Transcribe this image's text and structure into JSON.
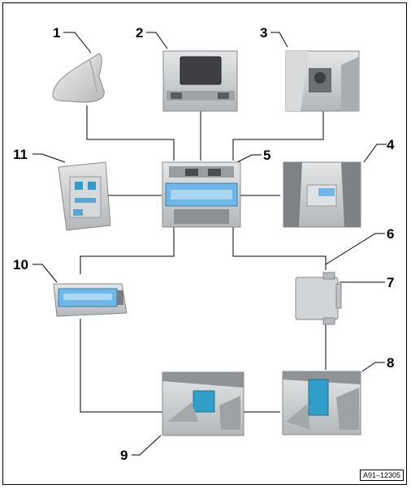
{
  "callouts": [
    "1",
    "2",
    "3",
    "4",
    "5",
    "6",
    "7",
    "8",
    "9",
    "10",
    "11"
  ],
  "figure_code": "A91–12305",
  "colors": {
    "screen_blue": "#6fb7e6",
    "module_blue": "#2f9fc9",
    "grey_photo": "#c9ccce",
    "line": "#000000"
  },
  "icons": {
    "c1": "roof-antenna-fin",
    "c2": "dashboard-display-top",
    "c3": "center-console-gear-shift",
    "c4": "rear-seat-armrest-display",
    "c5": "dashboard-center-screen",
    "c7": "control-unit-box",
    "c8": "trunk-module-right",
    "c9": "trunk-module-left",
    "c10": "rear-climate-control-panel",
    "c11": "overhead-control-module"
  }
}
